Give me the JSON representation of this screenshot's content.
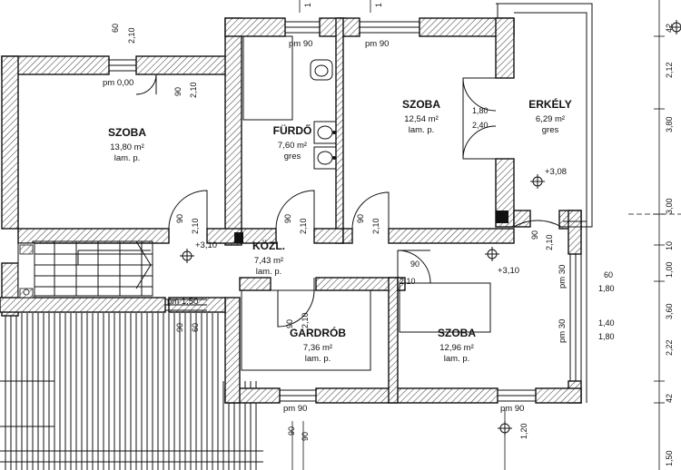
{
  "rooms": {
    "szoba_nw": {
      "name": "SZOBA",
      "area": "13,80 m²",
      "floor": "lam. p."
    },
    "furdo": {
      "name": "FÜRDŐ",
      "area": "7,60 m²",
      "floor": "gres"
    },
    "szoba_ne": {
      "name": "SZOBA",
      "area": "12,54 m²",
      "floor": "lam. p."
    },
    "erkely": {
      "name": "ERKÉLY",
      "area": "6,29 m²",
      "floor": "gres"
    },
    "kozl": {
      "name": "KÖZL.",
      "area": "7,43 m²",
      "floor": "lam. p."
    },
    "gardrob": {
      "name": "GARDRÓB",
      "area": "7,36 m²",
      "floor": "lam. p."
    },
    "szoba_se": {
      "name": "SZOBA",
      "area": "12,96 m²",
      "floor": "lam. p."
    }
  },
  "labels": {
    "pm_000": "pm 0,00",
    "pm_90_a": "pm 90",
    "pm_90_b": "pm 90",
    "pm_90_c": "pm 90",
    "pm_90_d": "pm 90",
    "pm_150": "pm 1,50",
    "pm_30_a": "pm 30",
    "pm_30_b": "pm 30",
    "lvl_310_a": "+3,10",
    "lvl_310_b": "+3,10",
    "lvl_308": "+3,08"
  },
  "door_dims": {
    "top_60": "60",
    "top_210": "2,10",
    "nw_90": "90",
    "nw_210": "2,10",
    "szoba_90": "90",
    "szoba_210": "2,10",
    "furdo_90": "90",
    "furdo_210": "2,10",
    "ne_90": "90",
    "ne_210": "2,10",
    "bal_180": "1,80",
    "bal_240": "2,40",
    "mid_90": "90",
    "mid_210": "2,10",
    "gard_90": "90",
    "gard_210": "2,10",
    "se_90": "90",
    "se_210": "2,10",
    "win_60": "60",
    "win_180a": "1,80",
    "win_140": "1,40",
    "win_180b": "1,80",
    "stair_90": "90",
    "stair_60": "60",
    "bot_90": "90",
    "bot_120": "1,20"
  },
  "right_axis": {
    "d_42_top": "42",
    "d_212": "2,12",
    "d_380": "3,80",
    "d_300": "3,00",
    "d_10": "10",
    "d_100": "1,00",
    "d_360": "3,60",
    "d_222": "2,22",
    "d_42_bot": "42",
    "d_150": "1,50",
    "d_1_top": "1"
  }
}
